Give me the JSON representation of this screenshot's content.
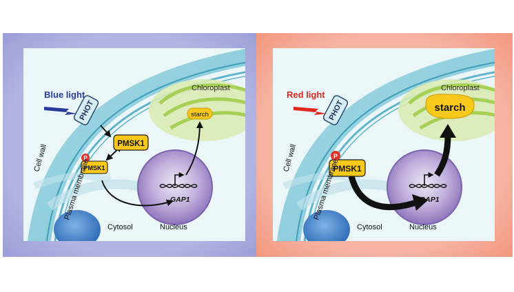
{
  "panels": {
    "left": {
      "light_label": "Blue light",
      "receptor": "PHOT",
      "kinase": "PMSK1",
      "phospho_kinase": "PMSK1",
      "phospho": "P",
      "gene": "GAP1",
      "product": "starch",
      "organelle": "Chloroplast",
      "nucleus": "Nucleus",
      "cytosol": "Cytosol",
      "cell_wall": "Cell wall",
      "plasma_membrane": "Plasma membrane"
    },
    "right": {
      "light_label": "Red light",
      "receptor": "PHOT",
      "phospho_kinase": "PMSK1",
      "phospho": "P",
      "gene": "GAP1",
      "product": "starch",
      "organelle": "Chloroplast",
      "nucleus": "Nucleus",
      "cytosol": "Cytosol",
      "cell_wall": "Cell wall",
      "plasma_membrane": "Plasma membrane"
    }
  },
  "colors": {
    "blue_frame": "#a9abdc",
    "red_frame": "#f4a591",
    "blue_light": "#2a3a9b",
    "red_light": "#e2261d",
    "cell_bg": "#eaf6f8",
    "nucleus": "#9b82c2",
    "chloroplast": "#c9e189",
    "label_box": "#f8c91b"
  }
}
